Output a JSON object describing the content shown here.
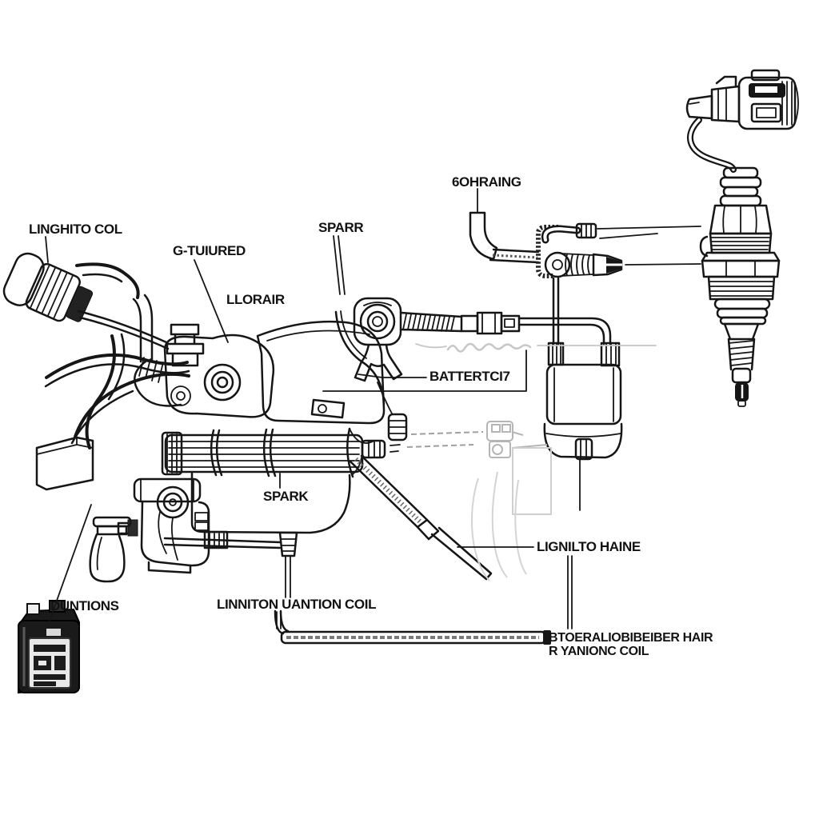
{
  "page": {
    "background_color": "#ffffff",
    "ink_color": "#161616",
    "ghost_color": "#c7c7c7",
    "description": "Black-and-white line-art diagram of a car ignition system: engine block with ribbed manifold, ignition coil, spark plug with connector, plug wires, canister coil pack and a small battery, with callout labels"
  },
  "diagram": {
    "labels": [
      {
        "id": "ignition-coil-boot",
        "text": "LINGHITO COL"
      },
      {
        "id": "ground-wire",
        "text": "G-TUIURED"
      },
      {
        "id": "llorair",
        "text": "LLORAIR"
      },
      {
        "id": "spark-sensor",
        "text": "SPARR"
      },
      {
        "id": "wiring",
        "text": "6OHRAING"
      },
      {
        "id": "battery-lead",
        "text": "BATTERTCI7"
      },
      {
        "id": "spark",
        "text": "SPARK"
      },
      {
        "id": "ignition-harness",
        "text": "LIGNILTO HAINE"
      },
      {
        "id": "ignition-coil",
        "text": "LINNITON UANTION COIL"
      },
      {
        "id": "battery",
        "text": "DUNTIONS"
      },
      {
        "id": "harness-wire-line1",
        "text": "BTOERALIOBIBEIBER HAIR"
      },
      {
        "id": "harness-wire-line2",
        "text": "R YANIONC COIL"
      }
    ]
  }
}
